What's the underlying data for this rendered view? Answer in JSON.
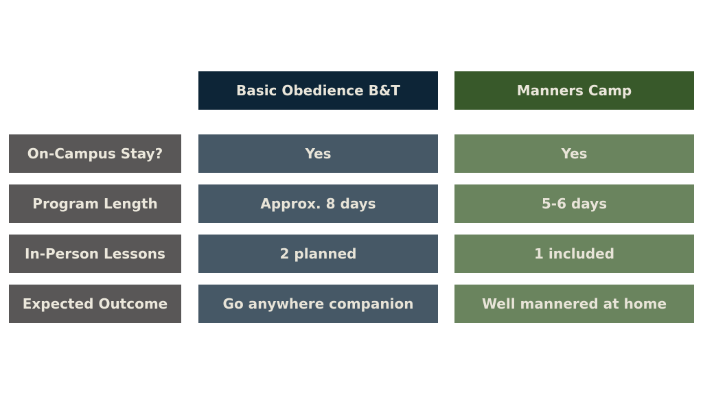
{
  "columns": {
    "col1": "Basic Obedience B&T",
    "col2": "Manners Camp"
  },
  "rows": [
    {
      "label": "On-Campus Stay?",
      "col1": "Yes",
      "col2": "Yes"
    },
    {
      "label": "Program Length",
      "col1": "Approx. 8 days",
      "col2": "5-6 days"
    },
    {
      "label": "In-Person Lessons",
      "col1": "2 planned",
      "col2": "1 included"
    },
    {
      "label": "Expected Outcome",
      "col1": "Go anywhere companion",
      "col2": "Well mannered at home"
    }
  ],
  "colors": {
    "label_bg": "#595757",
    "col1_header_bg": "#0d2537",
    "col2_header_bg": "#38592a",
    "col1_cell_bg": "#465866",
    "col2_cell_bg": "#6a845e"
  }
}
